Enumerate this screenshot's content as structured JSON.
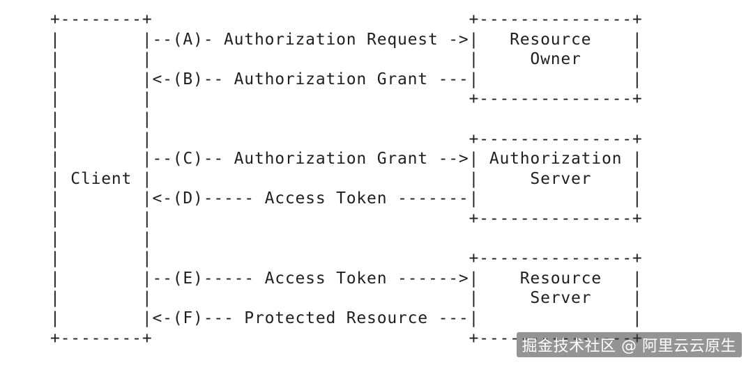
{
  "diagram": {
    "lines": [
      "+--------+                               +---------------+",
      "|        |--(A)- Authorization Request ->|   Resource    |",
      "|        |                               |     Owner     |",
      "|        |<-(B)-- Authorization Grant ---|               |",
      "|        |                               +---------------+",
      "|        |",
      "|        |                               +---------------+",
      "|        |--(C)-- Authorization Grant -->| Authorization |",
      "| Client |                               |     Server    |",
      "|        |<-(D)----- Access Token -------|               |",
      "|        |                               +---------------+",
      "|        |",
      "|        |                               +---------------+",
      "|        |--(E)----- Access Token ------>|    Resource   |",
      "|        |                               |     Server    |",
      "|        |<-(F)--- Protected Resource ---|               |",
      "+--------+                               +---------------+"
    ]
  },
  "watermark": {
    "text": "掘金技术社区 @ 阿里云云原生"
  }
}
